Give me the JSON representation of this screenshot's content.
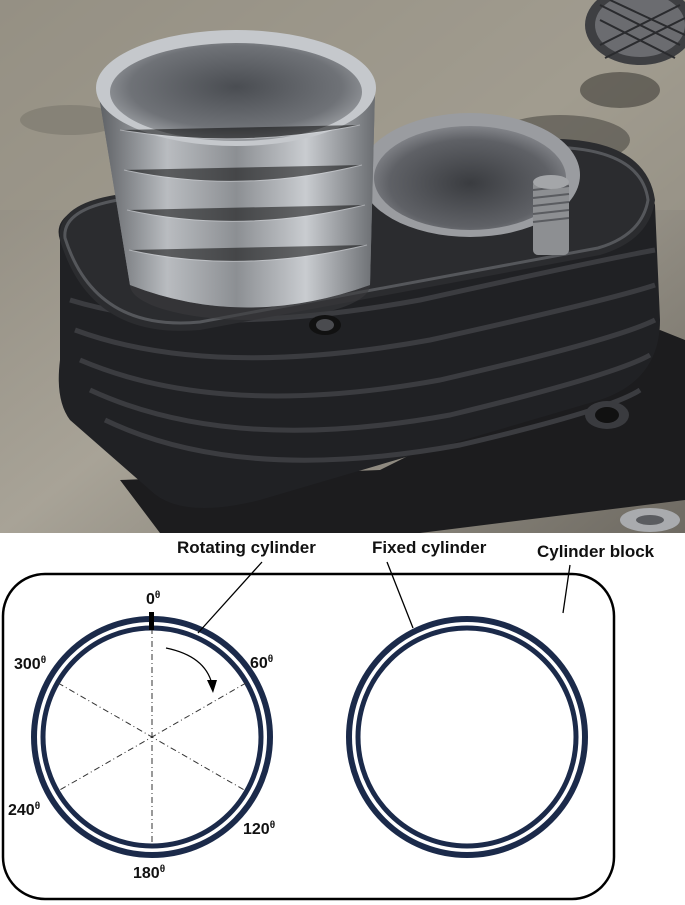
{
  "photo": {
    "subject": "engine cylinder block with rotating and fixed cylinder liners"
  },
  "diagram": {
    "labels": {
      "rotating_cylinder": "Rotating cylinder",
      "fixed_cylinder": "Fixed cylinder",
      "cylinder_block": "Cylinder block"
    },
    "angles": {
      "a0": "0",
      "a60": "60",
      "a120": "120",
      "a180": "180",
      "a240": "240",
      "a300": "300",
      "degree_mark": "θ"
    },
    "colors": {
      "ring": "#1b2a4a",
      "block_outline": "#000000"
    }
  }
}
